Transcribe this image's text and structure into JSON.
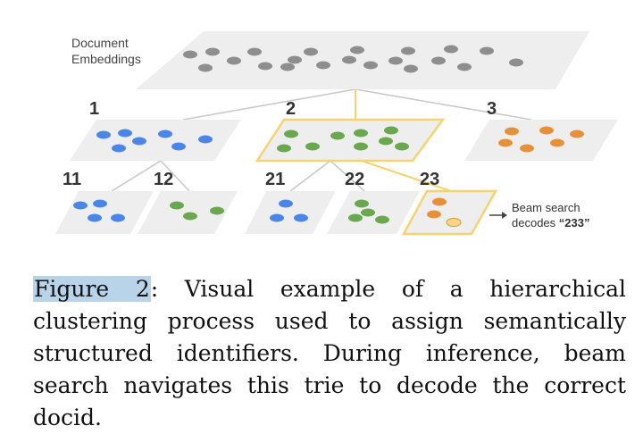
{
  "diagram": {
    "top_label_line1": "Document",
    "top_label_line2": "Embeddings",
    "nodes": [
      {
        "label": "1"
      },
      {
        "label": "2"
      },
      {
        "label": "3"
      },
      {
        "label": "11"
      },
      {
        "label": "12"
      },
      {
        "label": "21"
      },
      {
        "label": "22"
      },
      {
        "label": "23"
      }
    ],
    "beam_line1": "Beam search",
    "beam_line2_prefix": "decodes ",
    "beam_line2_value": "“233”",
    "colors": {
      "plane": "#eeeeee",
      "gray_dot": "#8e8e8e",
      "blue_dot": "#4a86e8",
      "green_dot": "#6aa84f",
      "orange_dot": "#e69138",
      "highlight": "#f5d372",
      "highlight_light_dot": "#f7d78e",
      "connector": "#cccccc"
    }
  },
  "caption": {
    "ref": "Figure 2",
    "text": ": Visual example of a hierarchical clustering process used to assign semantically structured identifiers. During inference, beam search navigates this trie to decode the correct docid."
  }
}
